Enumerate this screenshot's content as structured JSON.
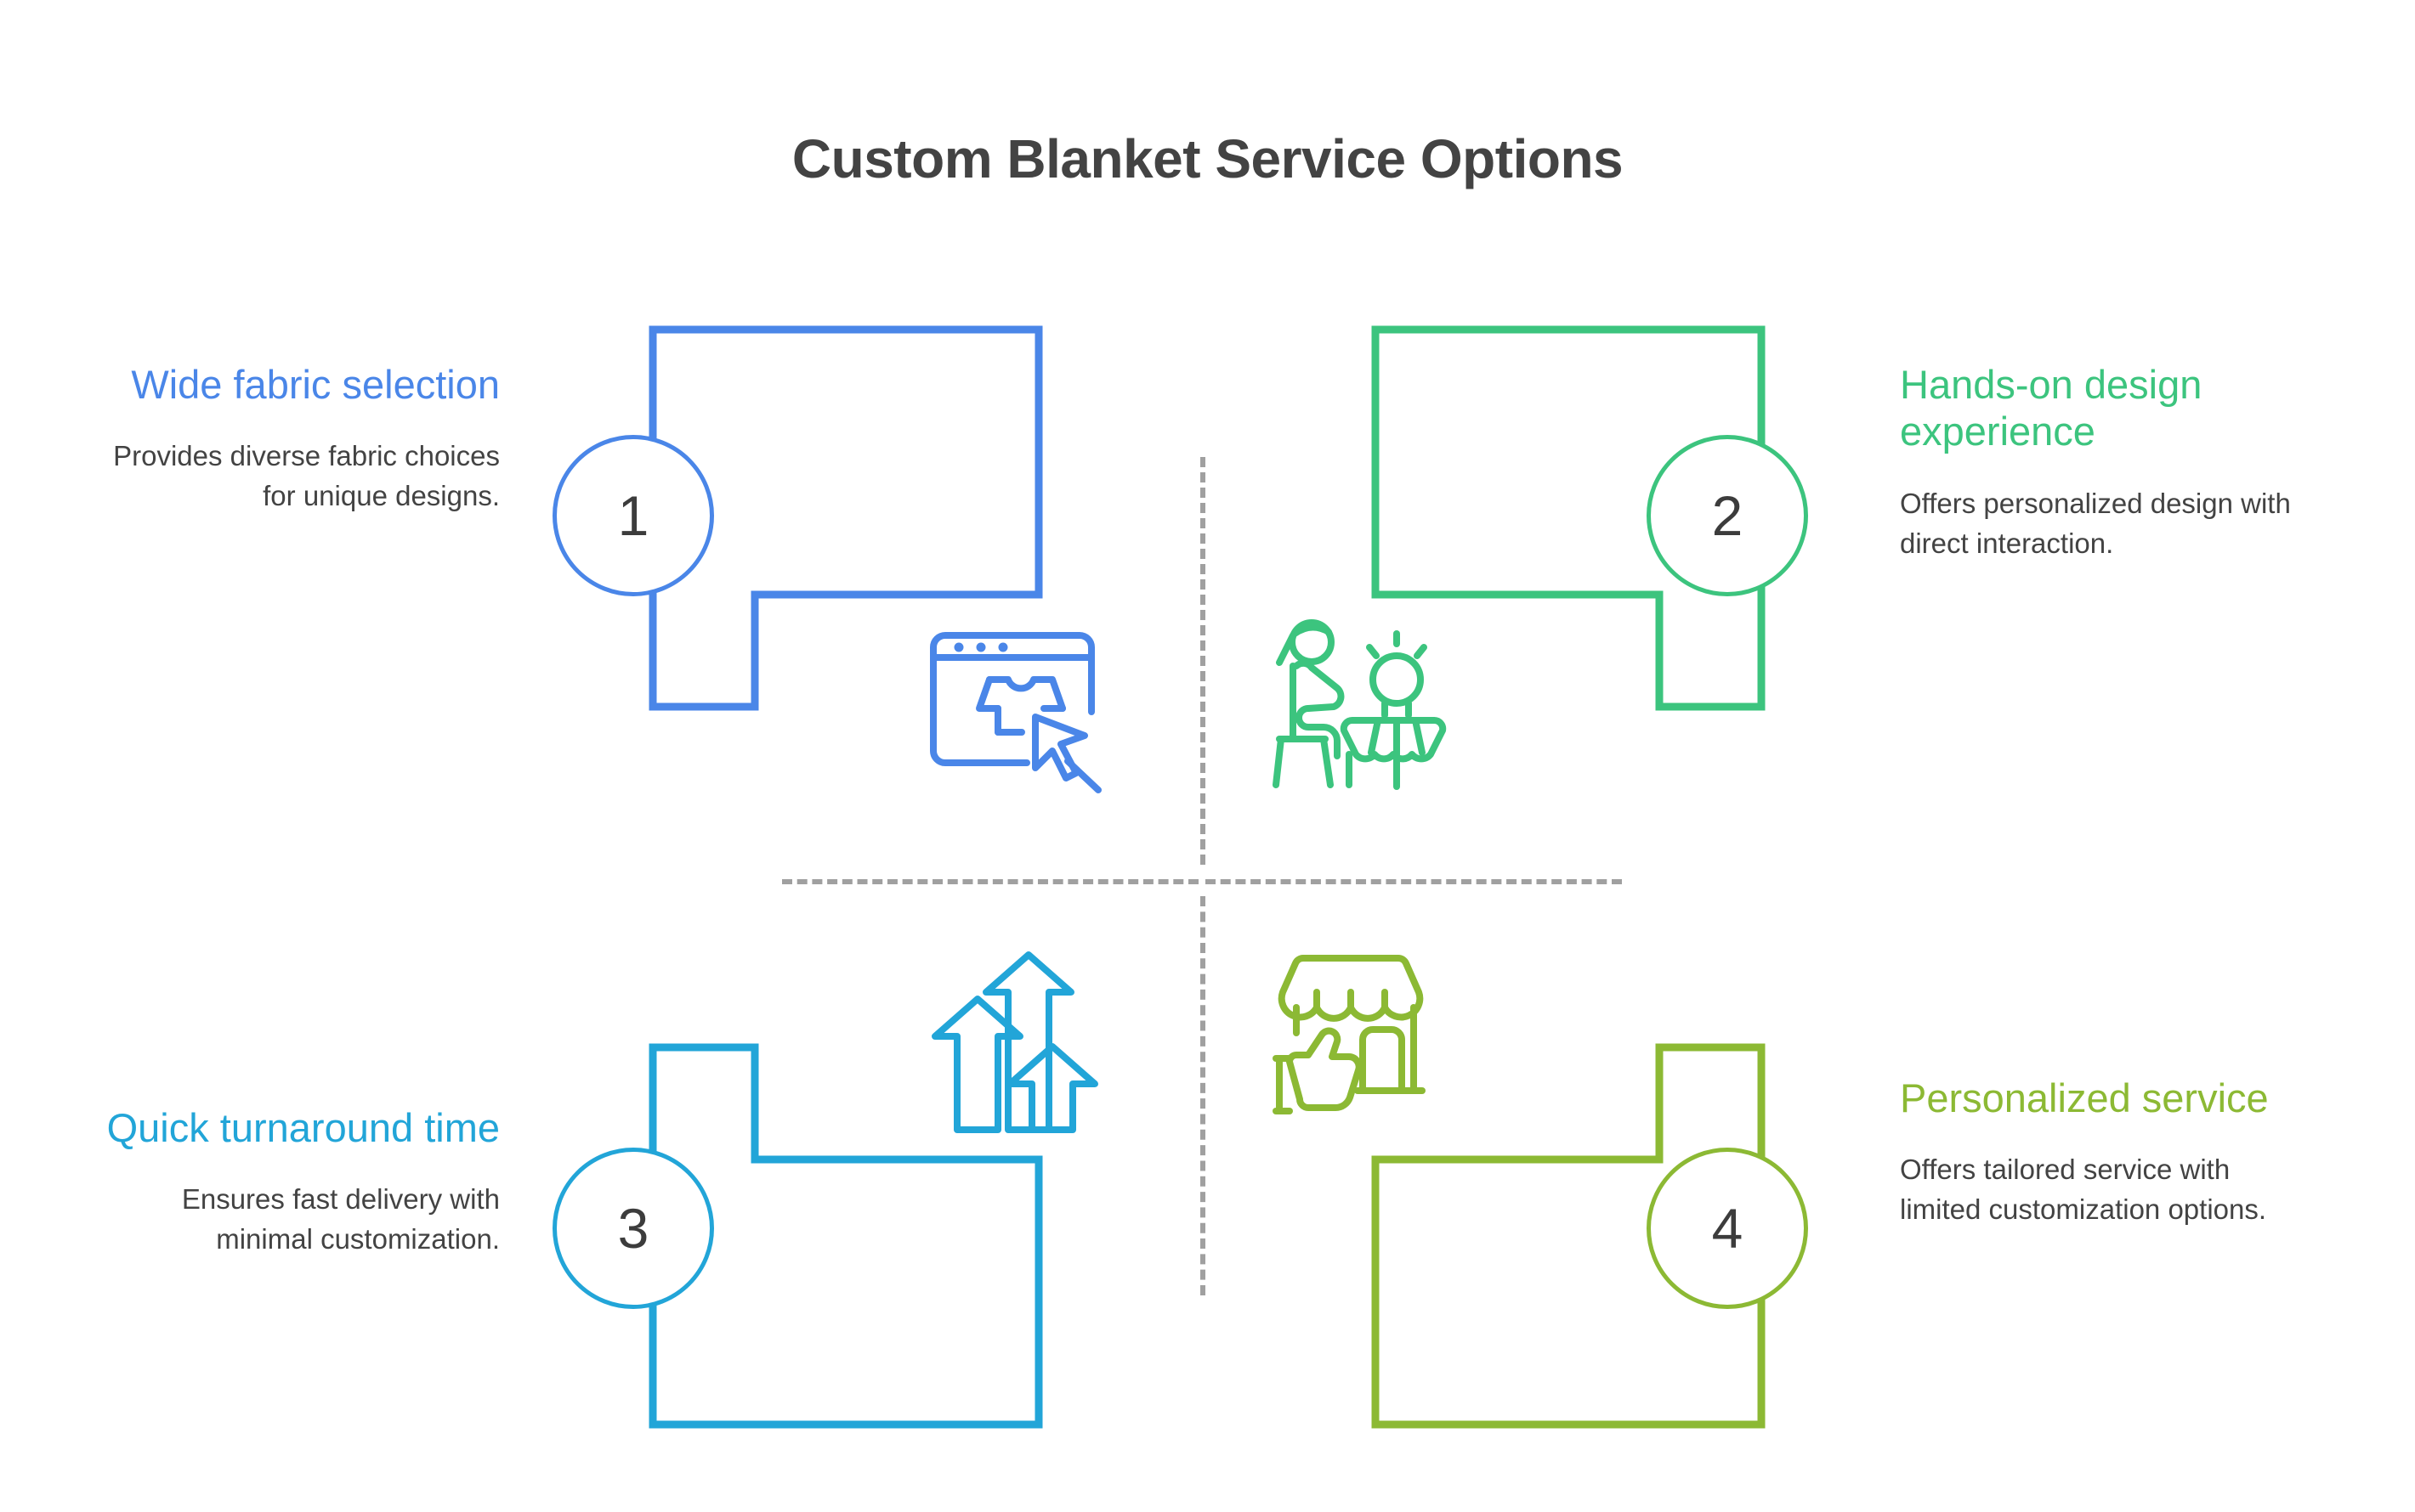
{
  "title": "Custom Blanket Service Options",
  "colors": {
    "quadrant_1": "#4a86e8",
    "quadrant_2": "#3cc47e",
    "quadrant_3": "#22a5d8",
    "quadrant_4": "#8cb934",
    "title_text": "#434343",
    "body_text": "#434343",
    "divider": "#a0a0a0",
    "background": "#ffffff"
  },
  "quadrants": [
    {
      "number": "1",
      "heading": "Wide fabric selection",
      "body": "Provides diverse fabric choices for unique designs.",
      "color": "#4a86e8",
      "icon": "browser-tshirt-cursor-icon",
      "position": "top-left"
    },
    {
      "number": "2",
      "heading": "Hands-on design experience",
      "body": "Offers personalized design with direct interaction.",
      "color": "#3cc47e",
      "icon": "person-consultation-icon",
      "position": "top-right"
    },
    {
      "number": "3",
      "heading": "Quick turnaround time",
      "body": "Ensures fast delivery with minimal customization.",
      "color": "#22a5d8",
      "icon": "three-up-arrows-icon",
      "position": "bottom-left"
    },
    {
      "number": "4",
      "heading": "Personalized service",
      "body": "Offers tailored service with limited customization options.",
      "color": "#8cb934",
      "icon": "storefront-thumbsup-icon",
      "position": "bottom-right"
    }
  ],
  "watermark": ""
}
